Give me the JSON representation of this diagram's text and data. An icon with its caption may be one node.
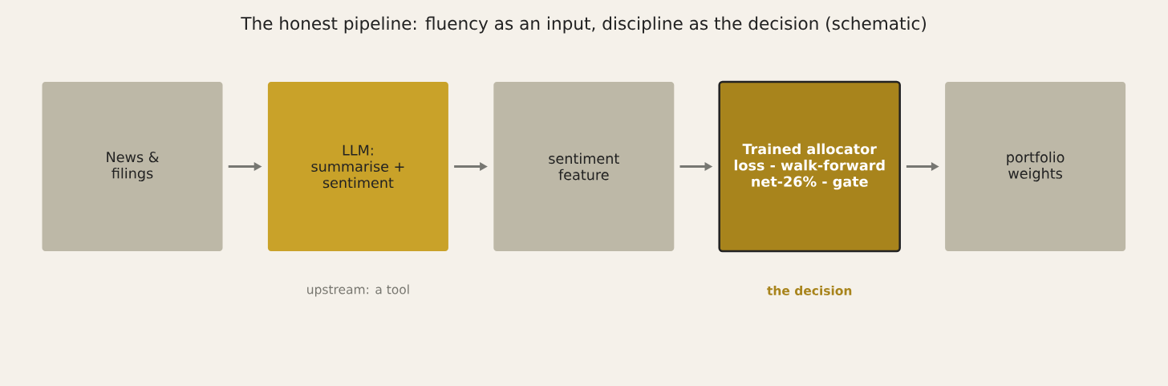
{
  "diagram": {
    "title": "The honest pipeline: fluency as an input, discipline as the decision (schematic)",
    "nodes": [
      {
        "text": [
          "News & filings"
        ]
      },
      {
        "text": [
          "LLM: summarise + sentiment"
        ],
        "beside": [
          "upstream: a tool"
        ]
      },
      {
        "text": [
          "sentiment feature"
        ]
      },
      {
        "text": [
          "Trained allocator loss - walk-forward net-26% - gate"
        ],
        "beside": [
          "the decision"
        ]
      },
      {
        "text": [
          "portfolio weights"
        ]
      }
    ],
    "edges": [
      {
        "from": 0,
        "to": 1,
        "arrow": "to"
      },
      {
        "from": 1,
        "to": 2,
        "arrow": "to"
      },
      {
        "from": 2,
        "to": 3,
        "arrow": "to"
      },
      {
        "from": 3,
        "to": 4,
        "arrow": "to"
      }
    ]
  }
}
